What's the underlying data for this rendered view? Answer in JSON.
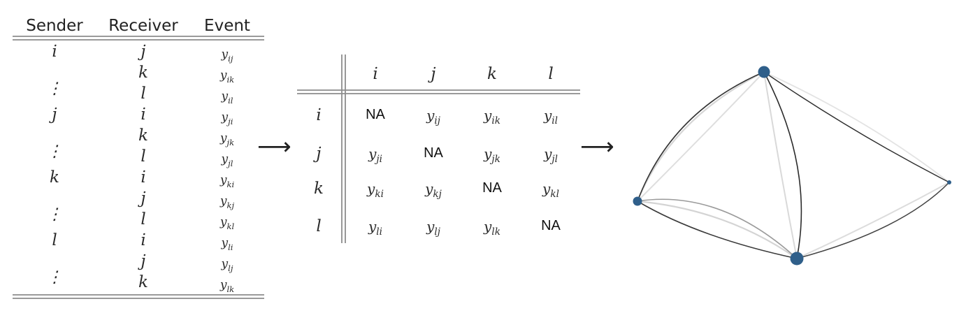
{
  "edge_list": {
    "headers": [
      "Sender",
      "Receiver",
      "Event"
    ],
    "rows": [
      {
        "sender": "i",
        "receiver": "j",
        "event": "y",
        "sub": "ij"
      },
      {
        "sender": "",
        "receiver": "k",
        "event": "y",
        "sub": "ik"
      },
      {
        "sender": "⋮",
        "receiver": "l",
        "event": "y",
        "sub": "il"
      },
      {
        "sender": "j",
        "receiver": "i",
        "event": "y",
        "sub": "ji"
      },
      {
        "sender": "",
        "receiver": "k",
        "event": "y",
        "sub": "jk"
      },
      {
        "sender": "⋮",
        "receiver": "l",
        "event": "y",
        "sub": "jl"
      },
      {
        "sender": "k",
        "receiver": "i",
        "event": "y",
        "sub": "ki"
      },
      {
        "sender": "",
        "receiver": "j",
        "event": "y",
        "sub": "kj"
      },
      {
        "sender": "⋮",
        "receiver": "l",
        "event": "y",
        "sub": "kl"
      },
      {
        "sender": "l",
        "receiver": "i",
        "event": "y",
        "sub": "li"
      },
      {
        "sender": "",
        "receiver": "j",
        "event": "y",
        "sub": "lj"
      },
      {
        "sender": "⋮",
        "receiver": "k",
        "event": "y",
        "sub": "lk"
      }
    ]
  },
  "matrix": {
    "col_labels": [
      "i",
      "j",
      "k",
      "l"
    ],
    "row_labels": [
      "i",
      "j",
      "k",
      "l"
    ],
    "na_label": "NA",
    "cells": [
      [
        "NA",
        "ij",
        "ik",
        "il"
      ],
      [
        "ji",
        "NA",
        "jk",
        "jl"
      ],
      [
        "ki",
        "kj",
        "NA",
        "kl"
      ],
      [
        "li",
        "lj",
        "lk",
        "NA"
      ]
    ]
  },
  "arrows": [
    "⟶",
    "⟶"
  ],
  "network": {
    "node_color": "#2f5f8a",
    "edge_dark": "#2b2b2b",
    "edge_light": "#d4d4d4"
  }
}
